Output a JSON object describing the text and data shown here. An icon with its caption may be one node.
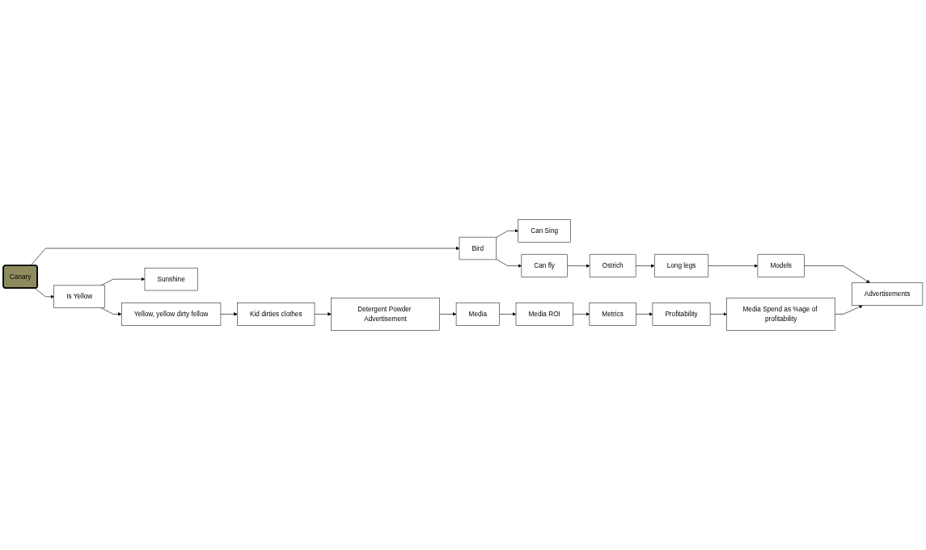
{
  "diagram": {
    "nodes": [
      {
        "text": [
          "Canary"
        ]
      },
      {
        "text": [
          "Bird"
        ]
      },
      {
        "text": [
          "Can Sing"
        ]
      },
      {
        "text": [
          "Can fly"
        ]
      },
      {
        "text": [
          "Ostrich"
        ]
      },
      {
        "text": [
          "Long legs"
        ]
      },
      {
        "text": [
          "Models"
        ]
      },
      {
        "text": [
          "Advertisements"
        ]
      },
      {
        "text": [
          "Is Yellow"
        ]
      },
      {
        "text": [
          "Sunshine"
        ]
      },
      {
        "text": [
          "Yellow, yellow dirty fellow"
        ]
      },
      {
        "text": [
          "Kid dirties clothes"
        ]
      },
      {
        "text": [
          "Detergent Powder Advertisement"
        ]
      },
      {
        "text": [
          "Media"
        ]
      },
      {
        "text": [
          "Media ROI"
        ]
      },
      {
        "text": [
          "Metrics"
        ]
      },
      {
        "text": [
          "Profitability"
        ]
      },
      {
        "text": [
          "Media Spend as %age of profitability"
        ]
      }
    ],
    "edges": [
      {
        "from": 0,
        "to": 1,
        "arrow": "to"
      },
      {
        "from": 1,
        "to": 2,
        "arrow": "to"
      },
      {
        "from": 1,
        "to": 3,
        "arrow": "to"
      },
      {
        "from": 3,
        "to": 4,
        "arrow": "to"
      },
      {
        "from": 4,
        "to": 5,
        "arrow": "to"
      },
      {
        "from": 5,
        "to": 6,
        "arrow": "to"
      },
      {
        "from": 6,
        "to": 7,
        "arrow": "to"
      },
      {
        "from": 0,
        "to": 8,
        "arrow": "to"
      },
      {
        "from": 8,
        "to": 9,
        "arrow": "to"
      },
      {
        "from": 8,
        "to": 10,
        "arrow": "to"
      },
      {
        "from": 10,
        "to": 11,
        "arrow": "to"
      },
      {
        "from": 11,
        "to": 12,
        "arrow": "to"
      },
      {
        "from": 12,
        "to": 13,
        "arrow": "to"
      },
      {
        "from": 13,
        "to": 14,
        "arrow": "to"
      },
      {
        "from": 14,
        "to": 15,
        "arrow": "to"
      },
      {
        "from": 15,
        "to": 16,
        "arrow": "to"
      },
      {
        "from": 16,
        "to": 17,
        "arrow": "to"
      },
      {
        "from": 17,
        "to": 7,
        "arrow": "to"
      }
    ]
  }
}
